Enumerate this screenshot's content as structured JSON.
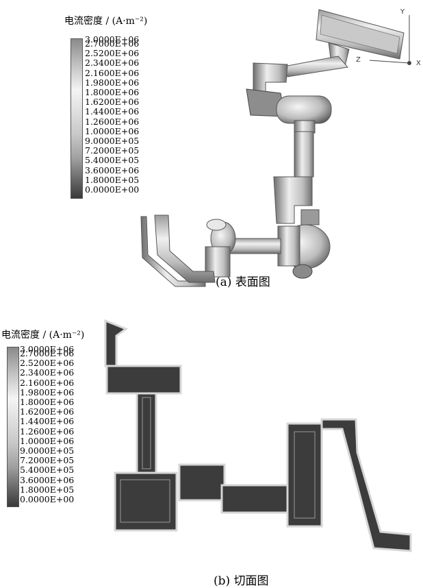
{
  "panels": [
    {
      "caption": "(a)  表面图",
      "legend": {
        "title": "电流密度 / (A·m⁻²)",
        "ticks": [
          "3.0000E+06",
          "2.7000E+06",
          "2.5200E+06",
          "2.3400E+06",
          "2.1600E+06",
          "1.9800E+06",
          "1.8000E+06",
          "1.6200E+06",
          "1.4400E+06",
          "1.2600E+06",
          "1.0000E+06",
          "9.0000E+05",
          "7.2000E+05",
          "5.4000E+05",
          "3.6000E+06",
          "1.8000E+05",
          "0.0000E+00"
        ]
      },
      "axes": {
        "y": "Y",
        "z": "Z",
        "x": "X"
      }
    },
    {
      "caption": "(b)  切面图",
      "legend": {
        "title": "电流密度 / (A·m⁻²)",
        "ticks": [
          "3.0000E+06",
          "2.7000E+06",
          "2.5200E+06",
          "2.3400E+06",
          "2.1600E+06",
          "1.9800E+06",
          "1.8000E+06",
          "1.6200E+06",
          "1.4400E+06",
          "1.2600E+06",
          "1.0000E+06",
          "9.0000E+05",
          "7.2000E+05",
          "5.4000E+05",
          "3.6000E+06",
          "1.8000E+05",
          "0.0000E+00"
        ]
      }
    }
  ],
  "colors": {
    "gradient_top": "#8a8a8a",
    "gradient_mid": "#f2f2f2",
    "gradient_bottom": "#3a3a3a",
    "part_light": "#d9d9d9",
    "part_dark": "#3c3c3c"
  }
}
